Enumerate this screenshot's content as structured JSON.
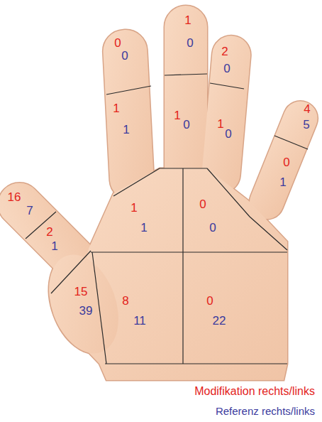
{
  "diagram": {
    "labels": [
      "0",
      "0",
      "1",
      "0",
      "2",
      "0",
      "1",
      "1",
      "1",
      "0",
      "1",
      "0",
      "4",
      "5",
      "0",
      "1",
      "16",
      "7",
      "2",
      "1",
      "1",
      "1",
      "0",
      "0",
      "15",
      "39",
      "8",
      "11",
      "0",
      "22",
      "Modifikation rechts/links",
      "Referenz rechts/links"
    ]
  }
}
